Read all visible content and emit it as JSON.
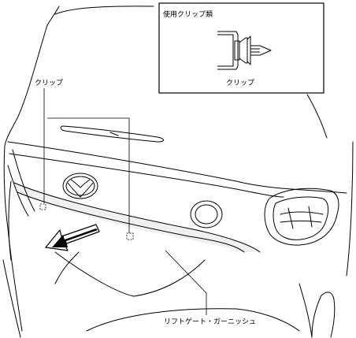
{
  "inset": {
    "title": "使用クリップ類",
    "clip_label": "クリップ"
  },
  "callouts": {
    "clip": "クリップ",
    "garnish": "リフトゲート・ガーニッシュ"
  }
}
